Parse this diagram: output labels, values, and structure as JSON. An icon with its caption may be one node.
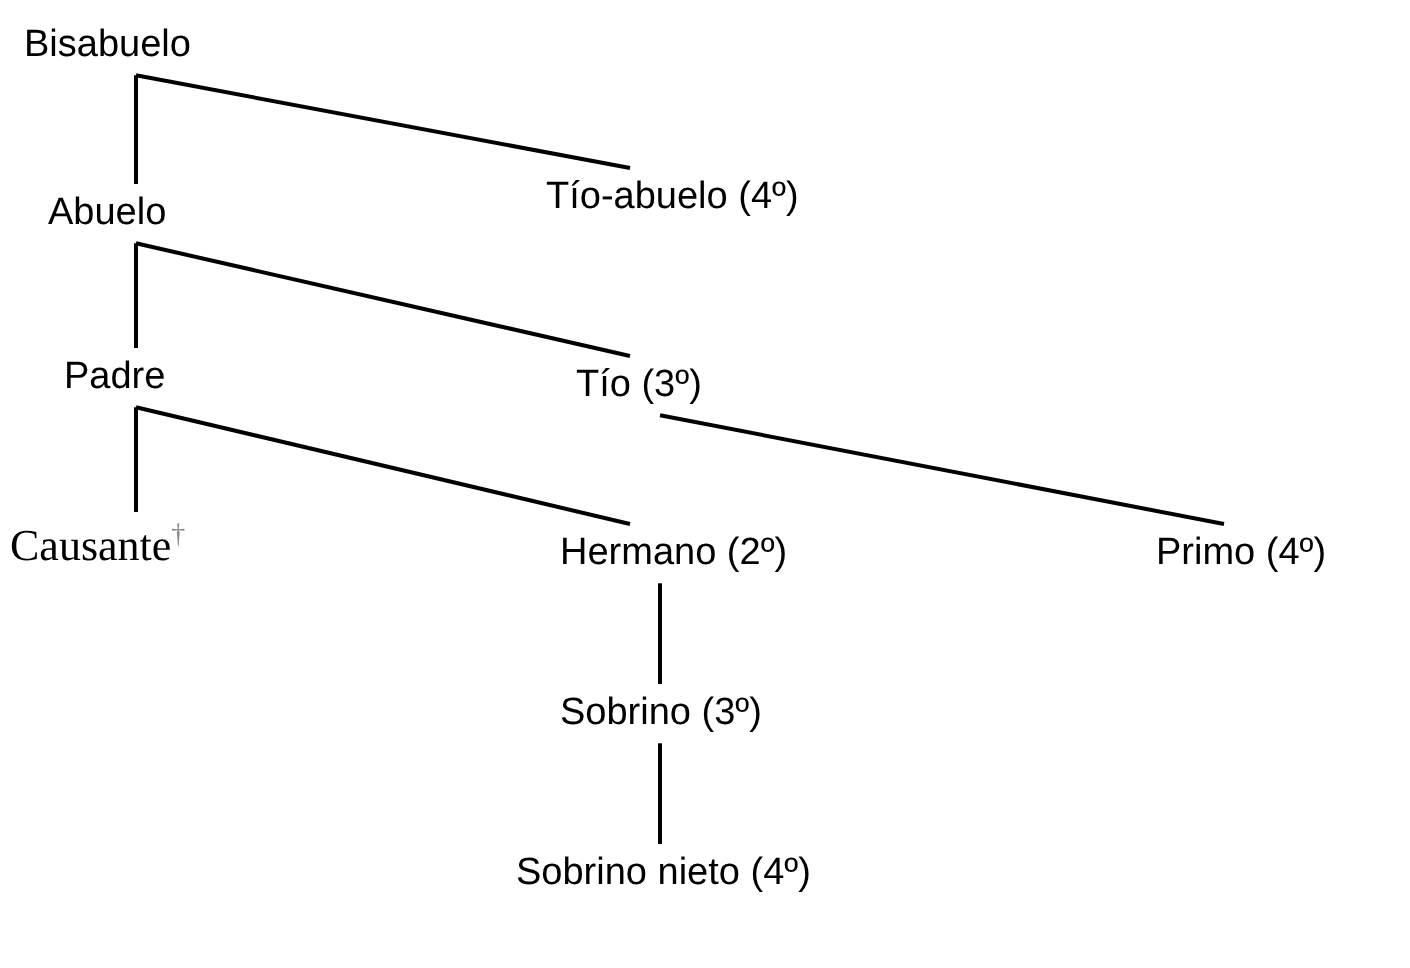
{
  "diagram": {
    "nodes": [
      {
        "text": [
          "Bisabuelo"
        ]
      },
      {
        "text": [
          "Tío-abuelo (4º)"
        ]
      },
      {
        "text": [
          "Abuelo"
        ]
      },
      {
        "text": [
          "Padre"
        ]
      },
      {
        "text": [
          "Tío (3º)"
        ]
      },
      {
        "text": [
          "Causante$^{†}$"
        ]
      },
      {
        "text": [
          "Hermano (2º)"
        ]
      },
      {
        "text": [
          "Primo (4º)"
        ]
      },
      {
        "text": [
          "Sobrino (3º)"
        ]
      },
      {
        "text": [
          "Sobrino nieto (4º)"
        ]
      }
    ],
    "edges": [
      {
        "from": 0,
        "to": 2,
        "arrow": "none"
      },
      {
        "from": 0,
        "to": 1,
        "arrow": "none"
      },
      {
        "from": 2,
        "to": 3,
        "arrow": "none"
      },
      {
        "from": 2,
        "to": 4,
        "arrow": "none"
      },
      {
        "from": 3,
        "to": 5,
        "arrow": "none"
      },
      {
        "from": 3,
        "to": 6,
        "arrow": "none"
      },
      {
        "from": 4,
        "to": 7,
        "arrow": "none"
      },
      {
        "from": 6,
        "to": 8,
        "arrow": "none"
      },
      {
        "from": 8,
        "to": 9,
        "arrow": "none"
      }
    ]
  }
}
